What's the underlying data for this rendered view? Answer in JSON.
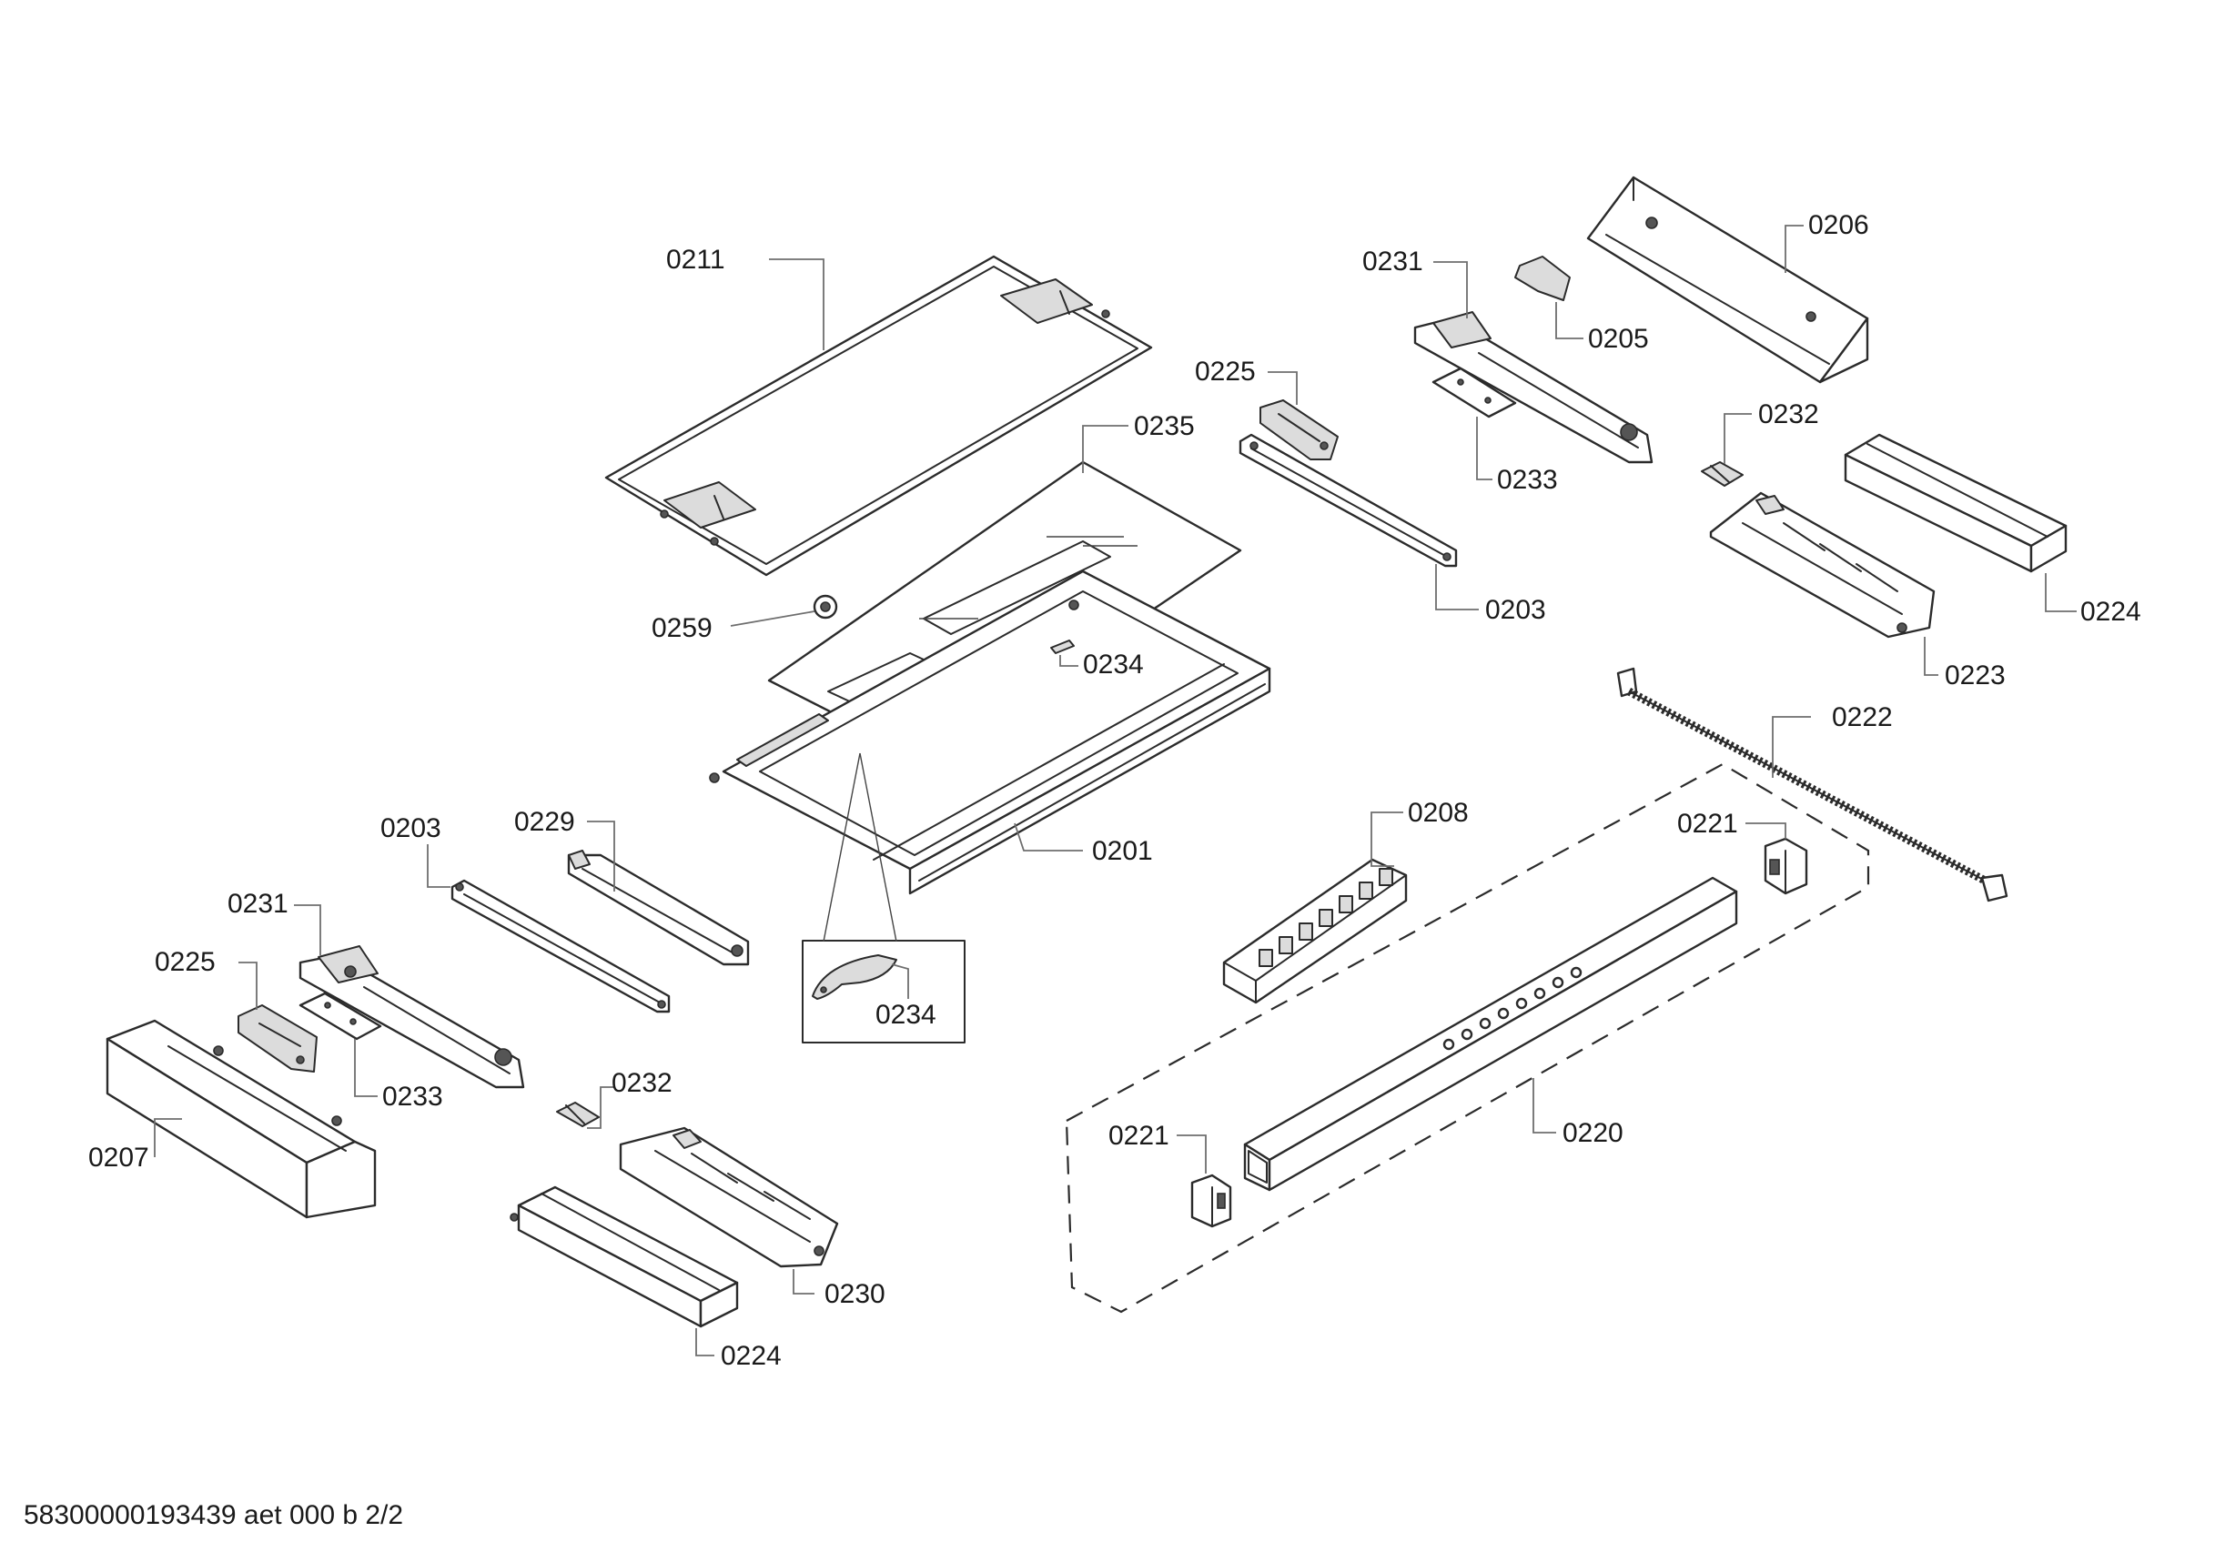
{
  "footer": "58300000193439 aet 000 b 2/2",
  "parts": {
    "p0211": "0211",
    "p0235": "0235",
    "p0259": "0259",
    "p0234a": "0234",
    "p0201": "0201",
    "p0234b": "0234",
    "p0229": "0229",
    "p0203a": "0203",
    "p0231a": "0231",
    "p0225a": "0225",
    "p0233a": "0233",
    "p0207": "0207",
    "p0232a": "0232",
    "p0230": "0230",
    "p0224a": "0224",
    "p0225b": "0225",
    "p0203b": "0203",
    "p0231b": "0231",
    "p0205": "0205",
    "p0233b": "0233",
    "p0206": "0206",
    "p0232b": "0232",
    "p0224b": "0224",
    "p0223": "0223",
    "p0222": "0222",
    "p0208": "0208",
    "p0221a": "0221",
    "p0221b": "0221",
    "p0220": "0220"
  }
}
